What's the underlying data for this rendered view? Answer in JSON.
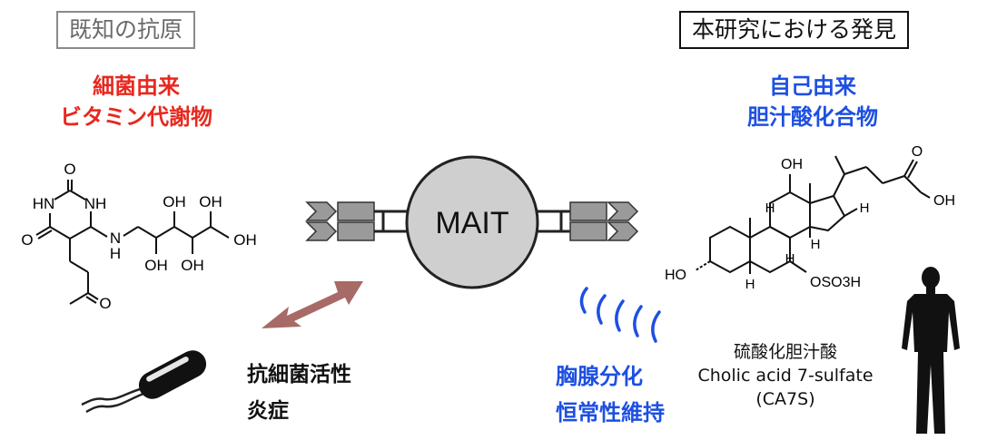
{
  "left": {
    "header": "既知の抗原",
    "antigen_line1": "細菌由来",
    "antigen_line2": "ビタミン代謝物",
    "effect_line1": "抗細菌活性",
    "effect_line2": "炎症",
    "molecule_labels": {
      "o_top": "O",
      "o_left": "O",
      "hn": "HN",
      "nh": "NH",
      "n": "N",
      "h": "H",
      "oh1": "OH",
      "oh2": "OH",
      "oh3": "OH",
      "oh4": "OH",
      "o_ketone": "O"
    }
  },
  "center": {
    "cell_label": "MAIT"
  },
  "right": {
    "header": "本研究における発見",
    "antigen_line1": "自己由来",
    "antigen_line2": "胆汁酸化合物",
    "effect_line1": "胸腺分化",
    "effect_line2": "恒常性維持",
    "compound_name_jp": "硫酸化胆汁酸",
    "compound_name_en": "Cholic acid 7-sulfate",
    "compound_abbr": "(CA7S)",
    "molecule_labels": {
      "oh_top": "OH",
      "o_acid": "O",
      "oh_acid": "OH",
      "h1": "H",
      "h2": "H",
      "h3": "H",
      "h4": "H",
      "h5": "H",
      "ho": "HO",
      "oso3h": "OSO3H"
    }
  },
  "colors": {
    "red": "#e8281e",
    "blue": "#1d4fe2",
    "cell_fill": "#cfcfcf",
    "arrow": "#a86a66",
    "receptor": "#9a9a9a"
  }
}
